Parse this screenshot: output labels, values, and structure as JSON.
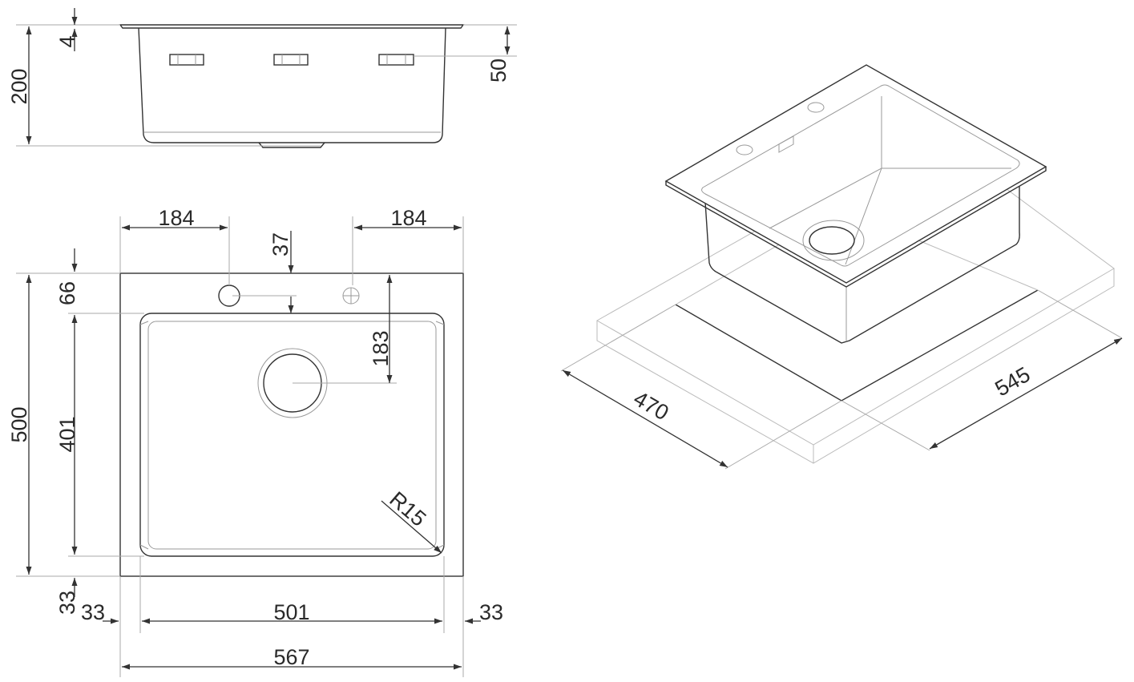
{
  "drawing": {
    "title": "Sink dimension drawing",
    "side_view": {
      "rim_thickness": "4",
      "height": "200",
      "clip_offset": "50"
    },
    "top_view": {
      "left_tap_offset": "184",
      "right_tap_offset": "184",
      "tap_to_bowl": "37",
      "top_margin": "66",
      "overall_depth": "500",
      "bowl_depth": "401",
      "drain_offset": "183",
      "corner_radius": "R15",
      "bottom_margin": "33",
      "left_margin": "33",
      "bowl_width": "501",
      "right_margin": "33",
      "overall_width": "567"
    },
    "iso_view": {
      "cutout_depth": "470",
      "cutout_width": "545"
    }
  }
}
